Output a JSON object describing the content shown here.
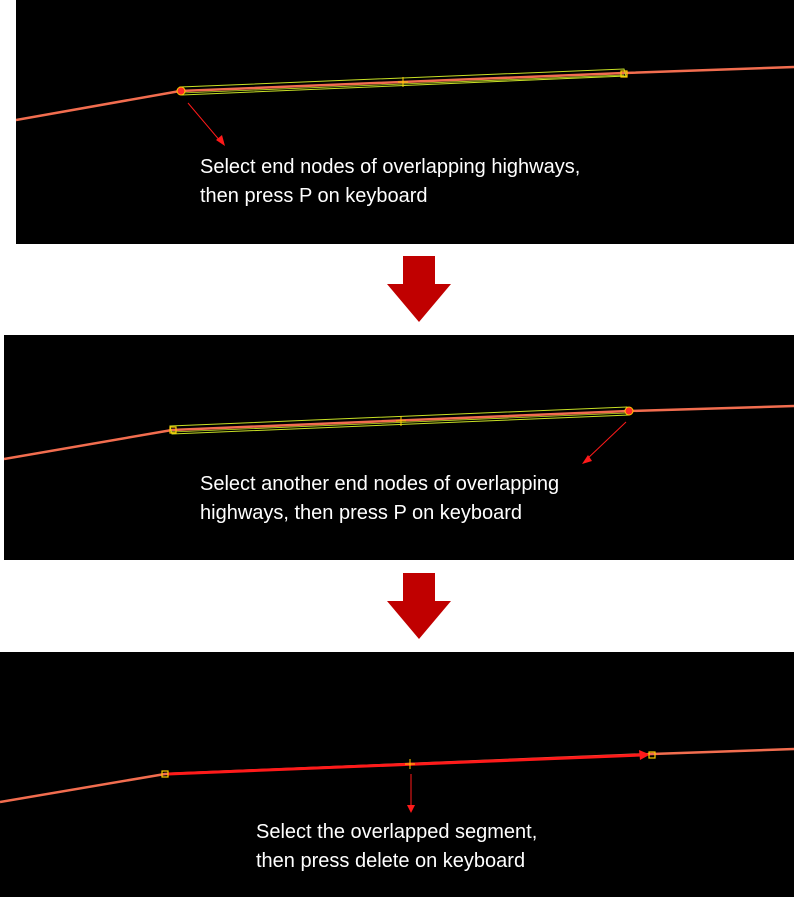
{
  "steps": [
    {
      "caption_line1": "Select end nodes of overlapping highways,",
      "caption_line2": "then press P on keyboard"
    },
    {
      "caption_line1": "Select another end nodes of overlapping",
      "caption_line2": "highways, then press P on keyboard"
    },
    {
      "caption_line1": "Select the overlapped segment,",
      "caption_line2": "then press delete on keyboard"
    }
  ],
  "colors": {
    "panel_background": "#000000",
    "highway_line": "#f26d4f",
    "selection_outline": "#c8e025",
    "node_highlight": "#ffcc00",
    "selected_node": "#ff2a2a",
    "pointer_arrow": "#ff1a1a",
    "step_arrow": "#c00000"
  }
}
